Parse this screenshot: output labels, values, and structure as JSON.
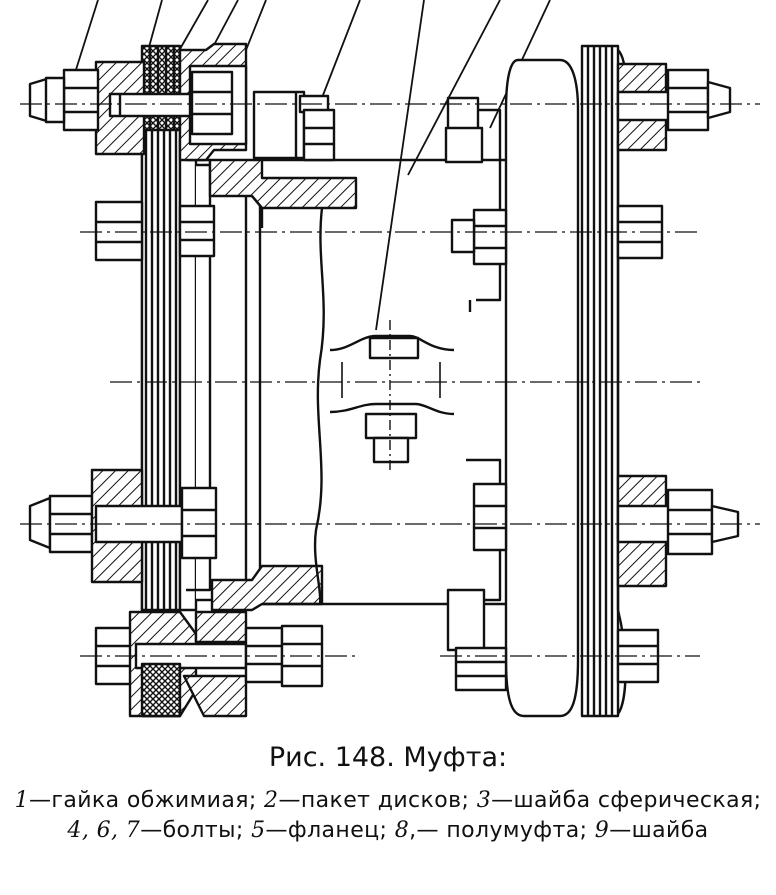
{
  "figure": {
    "caption_title": "Рис. 148. Муфта:",
    "legend": [
      {
        "num": "1",
        "text": "—гайка обжимиая; "
      },
      {
        "num": "2",
        "text": "—пакет дисков; "
      },
      {
        "num": "3",
        "text": "—шайба сферическая; "
      },
      {
        "num": "4, 6, 7",
        "text": "—болты; "
      },
      {
        "num": "5",
        "text": "—фланец; "
      },
      {
        "num": "8",
        "text": ",— полумуфта; "
      },
      {
        "num": "9",
        "text": "—шайба"
      }
    ]
  }
}
